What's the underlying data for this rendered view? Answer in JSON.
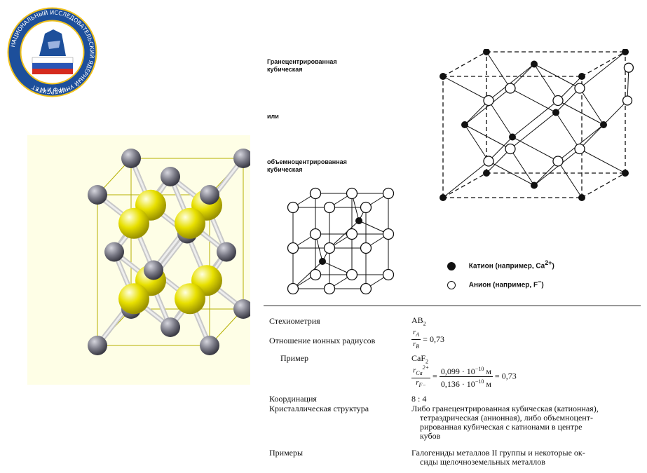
{
  "logo": {
    "ring_text": "НАЦИОНАЛЬНЫЙ ИССЛЕДОВАТЕЛЬСКИЙ ЯДЕРНЫЙ УНИВЕРСИТЕТ",
    "bottom_text": "• М И Ф И •"
  },
  "colors": {
    "cation_3d": "#7a7a86",
    "anion_3d": "#e8e000",
    "box_bg": "#fefee6",
    "frame": "#b5b000"
  },
  "labels": {
    "fcc_line1": "Гранецентрированная",
    "fcc_line2": "кубическая",
    "or": "или",
    "bcc_line1": "объемноцентрированная",
    "bcc_line2": "кубическая"
  },
  "legend": {
    "cation": "Катион (например, Ca",
    "cation_sup": "2+",
    "cation_close": ")",
    "anion": "Анион (например, F",
    "anion_sup": "−",
    "anion_close": ")"
  },
  "table": {
    "stoich_label": "Стехиометрия",
    "stoich_value": "AB",
    "stoich_sub": "2",
    "ratio_label": "Отношение ионных радиусов",
    "ratio_num": "r",
    "ratio_num_sub": "A",
    "ratio_den": "r",
    "ratio_den_sub": "B",
    "ratio_value": "= 0,73",
    "example_label": "Пример",
    "example_value": "CaF",
    "example_sub": "2",
    "calc_num": "r",
    "calc_num_sub": "Ca",
    "calc_num_sup": "2+",
    "calc_den": "r",
    "calc_den_sub": "F−",
    "calc_mid_num": "0,099 · 10",
    "calc_mid_num_sup": "−10",
    "calc_mid_num_unit": " м",
    "calc_mid_den": "0,136 · 10",
    "calc_mid_den_sup": "−10",
    "calc_mid_den_unit": " м",
    "calc_result": "= 0,73",
    "coord_label": "Координация",
    "coord_value": "8 : 4",
    "struct_label": "Кристаллическая структура",
    "struct_lines": [
      "Либо гранецентрированная кубическая (катионная),",
      "тетраэдрическая (анионная), либо объемноцент-",
      "рированная кубическая с катионами в центре",
      "кубов"
    ],
    "examples_label": "Примеры",
    "examples_lines": [
      "Галогениды металлов II группы и некоторые ок-",
      "сиды щелочноземельных металлов"
    ]
  }
}
